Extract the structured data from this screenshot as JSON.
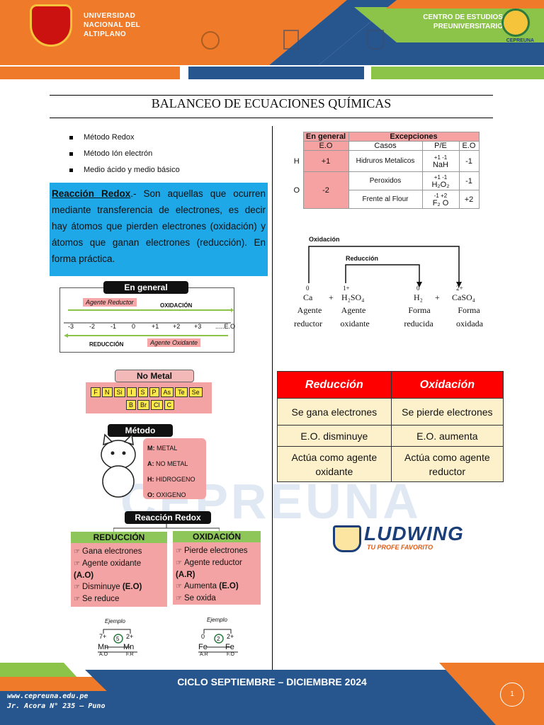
{
  "header": {
    "university": [
      "UNIVERSIDAD",
      "NACIONAL DEL",
      "ALTIPLANO"
    ],
    "center": [
      "CENTRO DE ESTUDIOS",
      "PREUNIVERSITARIO"
    ],
    "logo_label": "CEPREUNA",
    "colors": {
      "orange": "#ee7a2a",
      "blue": "#27568f",
      "green": "#8cc44a"
    }
  },
  "title": "BALANCEO DE ECUACIONES QUÍMICAS",
  "bullets": [
    "Método Redox",
    "Método Ión electrón",
    "Medio ácido y medio básico"
  ],
  "definition": {
    "term": "Reacción Redox",
    "text": ".- Son aquellas que ocurren mediante transferencia de electrones, es decir hay átomos que pierden electrones (oxidación) y átomos que ganan electrones (reducción). En forma práctica."
  },
  "en_general": {
    "label": "En general",
    "agente_reductor": "Agente Reductor",
    "oxidacion": "OXIDACIÓN",
    "ticks": [
      "-3",
      "-2",
      "-1",
      "0",
      "+1",
      "+2",
      "+3",
      ".....E.O"
    ],
    "reduccion": "REDUCCIÓN",
    "agente_oxidante": "Agente Oxidante"
  },
  "no_metal": {
    "label": "No Metal",
    "row1": [
      "F",
      "N",
      "Si",
      "I",
      "S",
      "P",
      "As",
      "Te",
      "Se"
    ],
    "row2": [
      "B",
      "Br",
      "Cl",
      "C"
    ]
  },
  "metodo": {
    "label": "Método",
    "items": [
      {
        "k": "M:",
        "v": "METAL"
      },
      {
        "k": "A:",
        "v": "NO METAL"
      },
      {
        "k": "H:",
        "v": "HIDROGENO"
      },
      {
        "k": "O:",
        "v": "OXIGENO"
      }
    ]
  },
  "reaccion_redox": {
    "label": "Reacción Redox",
    "reduccion": {
      "head": "REDUCCIÓN",
      "items": [
        "Gana electrones",
        "Agente oxidante",
        "(A.O)",
        "Disminuye",
        "(E.O)",
        "Se reduce"
      ],
      "ejemplo": "Ejemplo",
      "ex": {
        "top_l": "7+",
        "top_r": "2+",
        "n": "5",
        "l": "Mn",
        "r": "Mn",
        "bl": "A.O",
        "br": "F.R"
      }
    },
    "oxidacion": {
      "head": "OXIDACIÓN",
      "items": [
        "Pierde electrones",
        "Agente reductor",
        "(A.R)",
        "Aumenta",
        "(E.O)",
        "Se oxida"
      ],
      "ejemplo": "Ejemplo",
      "ex": {
        "top_l": "0",
        "top_r": "2+",
        "n": "2",
        "l": "Fe",
        "r": "Fe",
        "bl": "A.R",
        "br": "F.O"
      }
    }
  },
  "exceptions": {
    "h_general": "En general",
    "h_eo": "E.O",
    "h_exc": "Excepciones",
    "h_casos": "Casos",
    "h_pe": "P/E",
    "h_eo2": "E.O",
    "rows": [
      {
        "el": "H",
        "eo": "+1",
        "caso": "Hidruros Metalicos",
        "pe_ox": "+1 -1",
        "pe": "NaH",
        "eo2": "-1"
      },
      {
        "el": "O",
        "eo": "-2",
        "caso": "Peroxidos",
        "pe_ox": "+1  -1",
        "pe": "H₂O₂",
        "eo2": "-1"
      },
      {
        "caso": "Frente al Flour",
        "pe_ox": "-1  +2",
        "pe": "F₂ O",
        "eo2": "+2"
      }
    ]
  },
  "redox_diagram": {
    "oxidacion": "Oxidación",
    "reduccion": "Reducción",
    "ox_states": [
      "0",
      "1+",
      "0",
      "2+"
    ],
    "species": [
      "Ca",
      "H₂SO₄",
      "H₂",
      "CaSO₄"
    ],
    "plus": "+",
    "labels": [
      [
        "Agente",
        "reductor"
      ],
      [
        "Agente",
        "oxidante"
      ],
      [
        "Forma",
        "reducida"
      ],
      [
        "Forma",
        "oxidada"
      ]
    ]
  },
  "comparison": {
    "headers": [
      "Reducción",
      "Oxidación"
    ],
    "rows": [
      [
        "Se gana electrones",
        "Se pierde electrones"
      ],
      [
        "E.O. disminuye",
        "E.O. aumenta"
      ],
      [
        "Actúa como agente oxidante",
        "Actúa como agente reductor"
      ]
    ]
  },
  "brand": {
    "name": "LUDWING",
    "tagline": "TU PROFE FAVORITO"
  },
  "watermark": "CEPREUNA",
  "footer": {
    "cycle": "CICLO SEPTIEMBRE – DICIEMBRE 2024",
    "website": "www.cepreuna.edu.pe",
    "address": "Jr. Acora N° 235 – Puno",
    "page": "1"
  }
}
